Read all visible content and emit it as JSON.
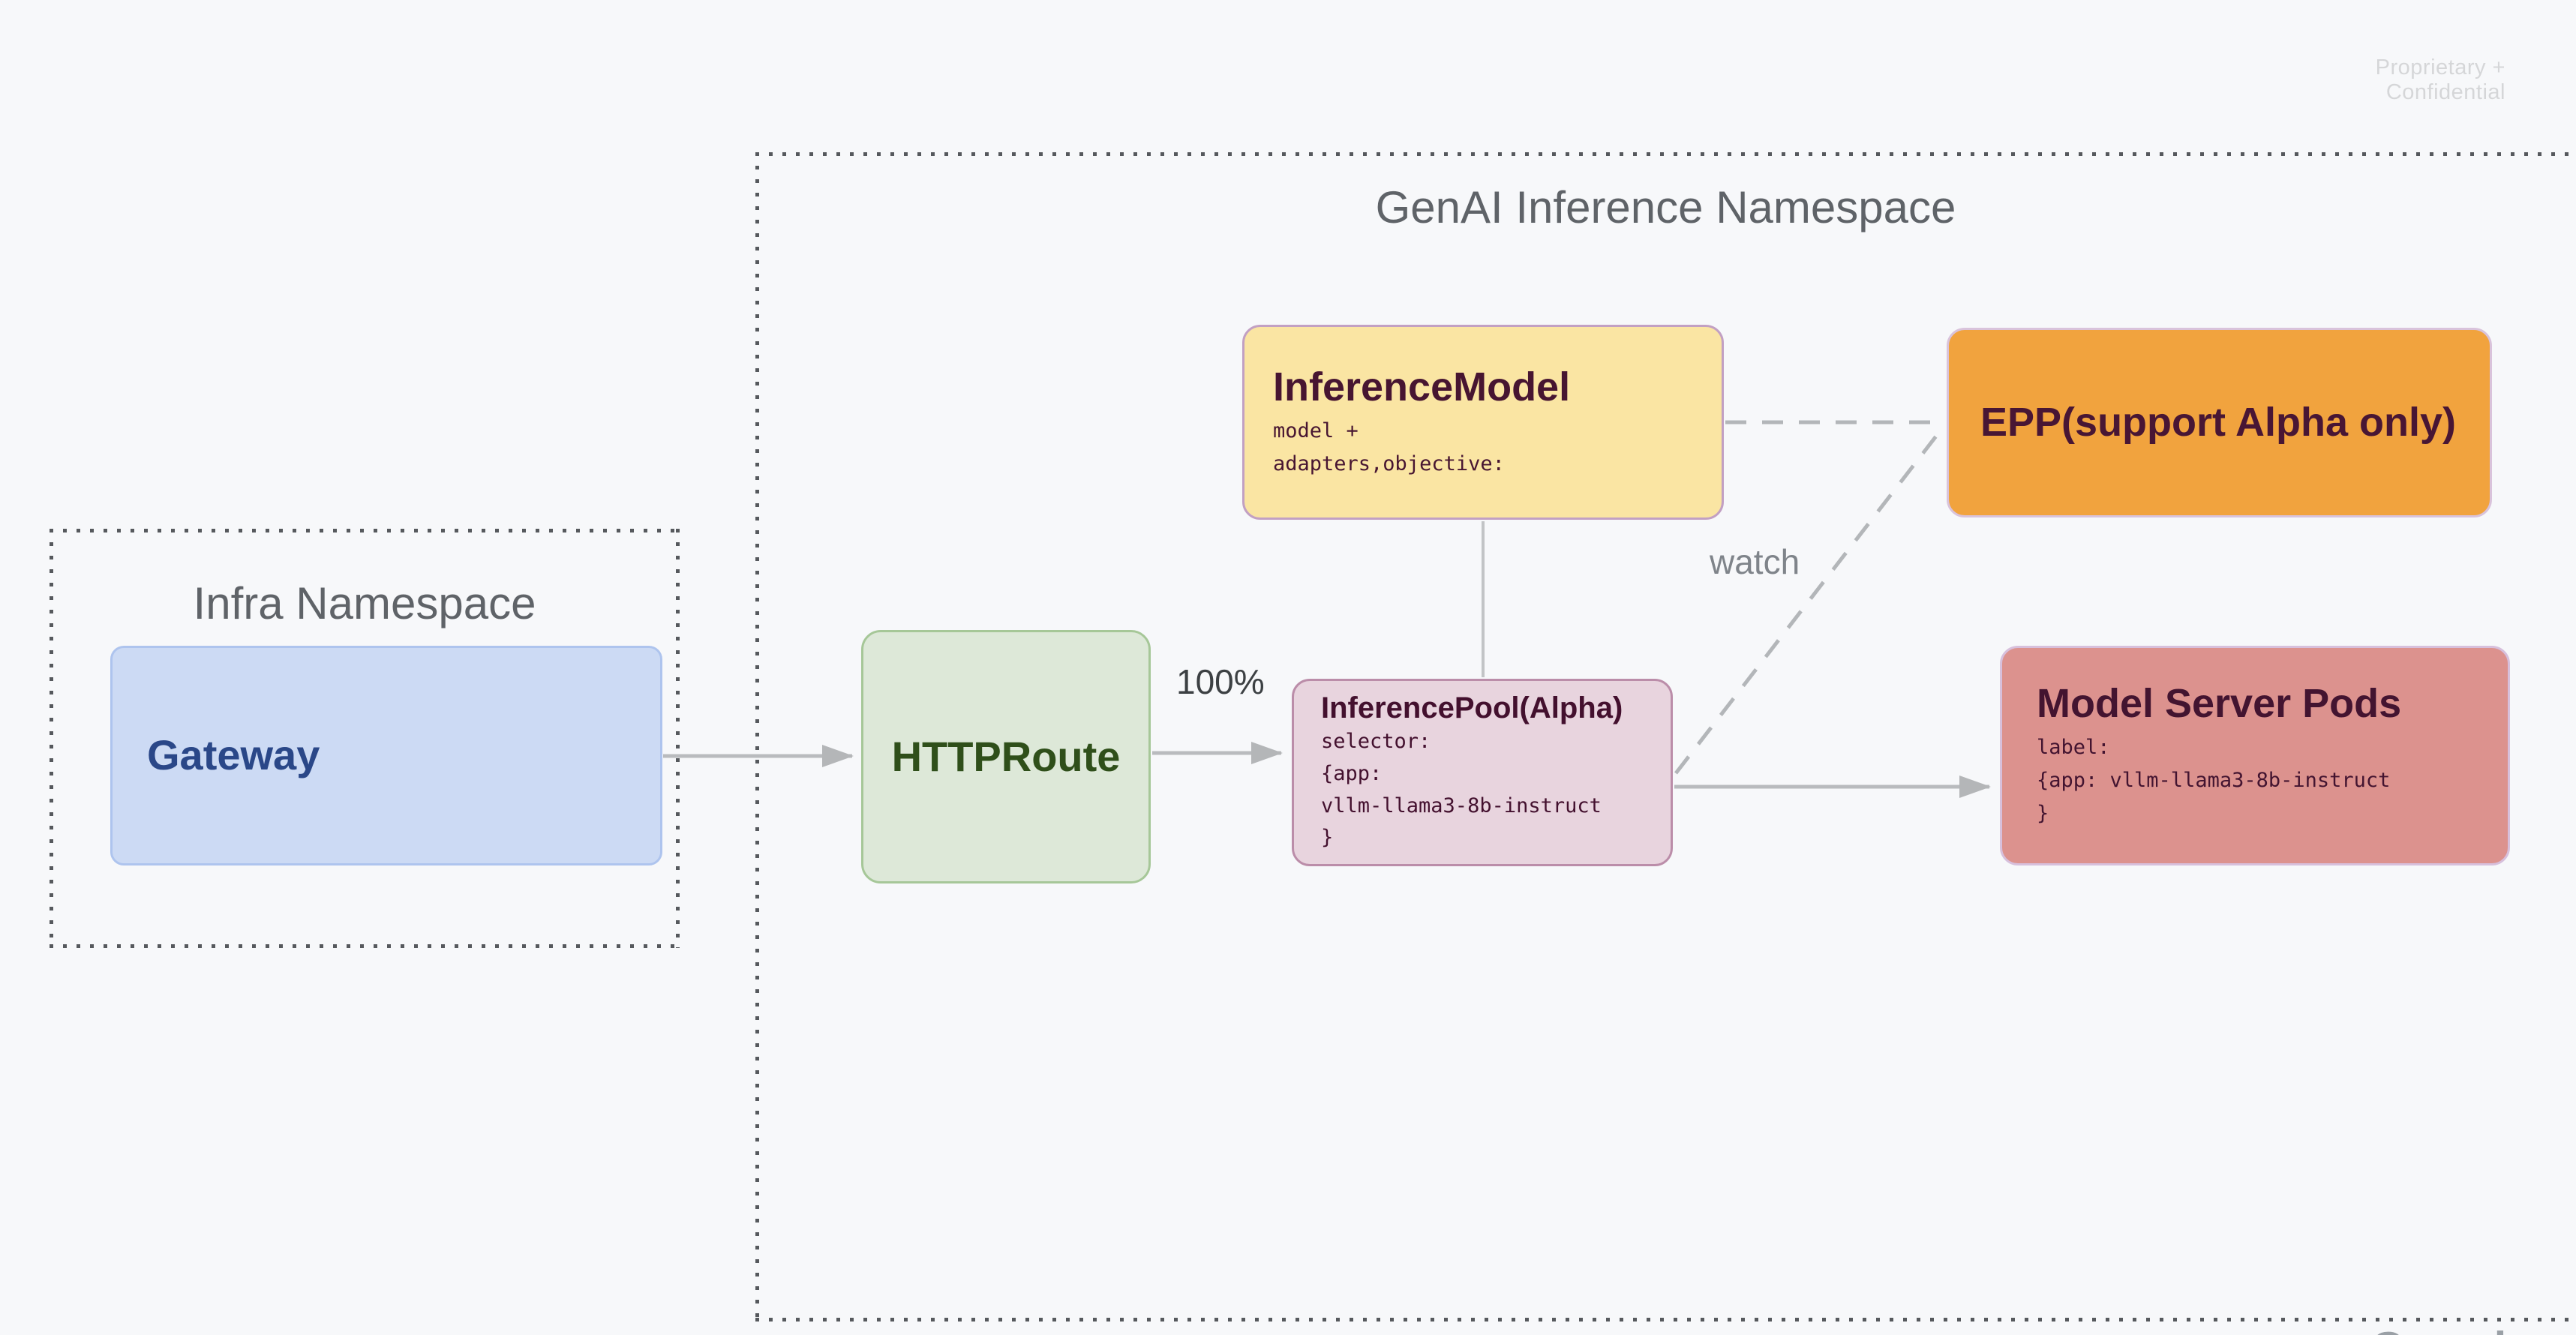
{
  "slide": {
    "confidential": "Proprietary + Confidential",
    "watermark": "Google",
    "background_color": "#f7f8fa"
  },
  "namespaces": {
    "infra": {
      "title": "Infra Namespace"
    },
    "genai": {
      "title": "GenAI Inference Namespace"
    }
  },
  "nodes": {
    "gateway": {
      "title": "Gateway",
      "fill": "#ccdaf4",
      "border": "#aec4ee",
      "text_color": "#2a4788"
    },
    "httproute": {
      "title": "HTTPRoute",
      "fill": "#dde8d8",
      "border": "#a6c798",
      "text_color": "#2f4f1a"
    },
    "inference_model": {
      "title": "InferenceModel",
      "body_lines": [
        "model +",
        "adapters,objective:"
      ],
      "fill": "#fae5a3",
      "border": "#c2a0c3",
      "text_color": "#471531"
    },
    "epp": {
      "title": "EPP(support Alpha only)",
      "fill": "#f1a33e",
      "border": "#d9c3db",
      "text_color": "#481634"
    },
    "inference_pool": {
      "title": "InferencePool(Alpha)",
      "body_lines": [
        "selector:",
        "{app:",
        "vllm-llama3-8b-instruct",
        "}"
      ],
      "fill": "#e8d4de",
      "border": "#bb8da9",
      "text_color": "#43102e"
    },
    "model_server_pods": {
      "title": "Model Server Pods",
      "body_lines": [
        "label:",
        "{app: vllm-llama3-8b-instruct",
        "}"
      ],
      "fill": "#dc928e",
      "border": "#d7c0dc",
      "text_color": "#431430"
    }
  },
  "edges": {
    "gateway_to_httproute": {
      "type": "arrow",
      "label": ""
    },
    "httproute_to_pool": {
      "type": "arrow",
      "label": "100%"
    },
    "pool_to_pods": {
      "type": "arrow",
      "label": ""
    },
    "model_to_pool": {
      "type": "line",
      "label": ""
    },
    "model_to_epp": {
      "type": "dashed-line",
      "label": ""
    },
    "pool_to_epp": {
      "type": "dashed-line",
      "label": "watch"
    }
  },
  "style": {
    "connector_color": "#b9bbbe",
    "dashed_connector_color": "#b3b6b9",
    "namespace_dot_color": "#56595d",
    "namespace_title_color": "#5f6368"
  }
}
